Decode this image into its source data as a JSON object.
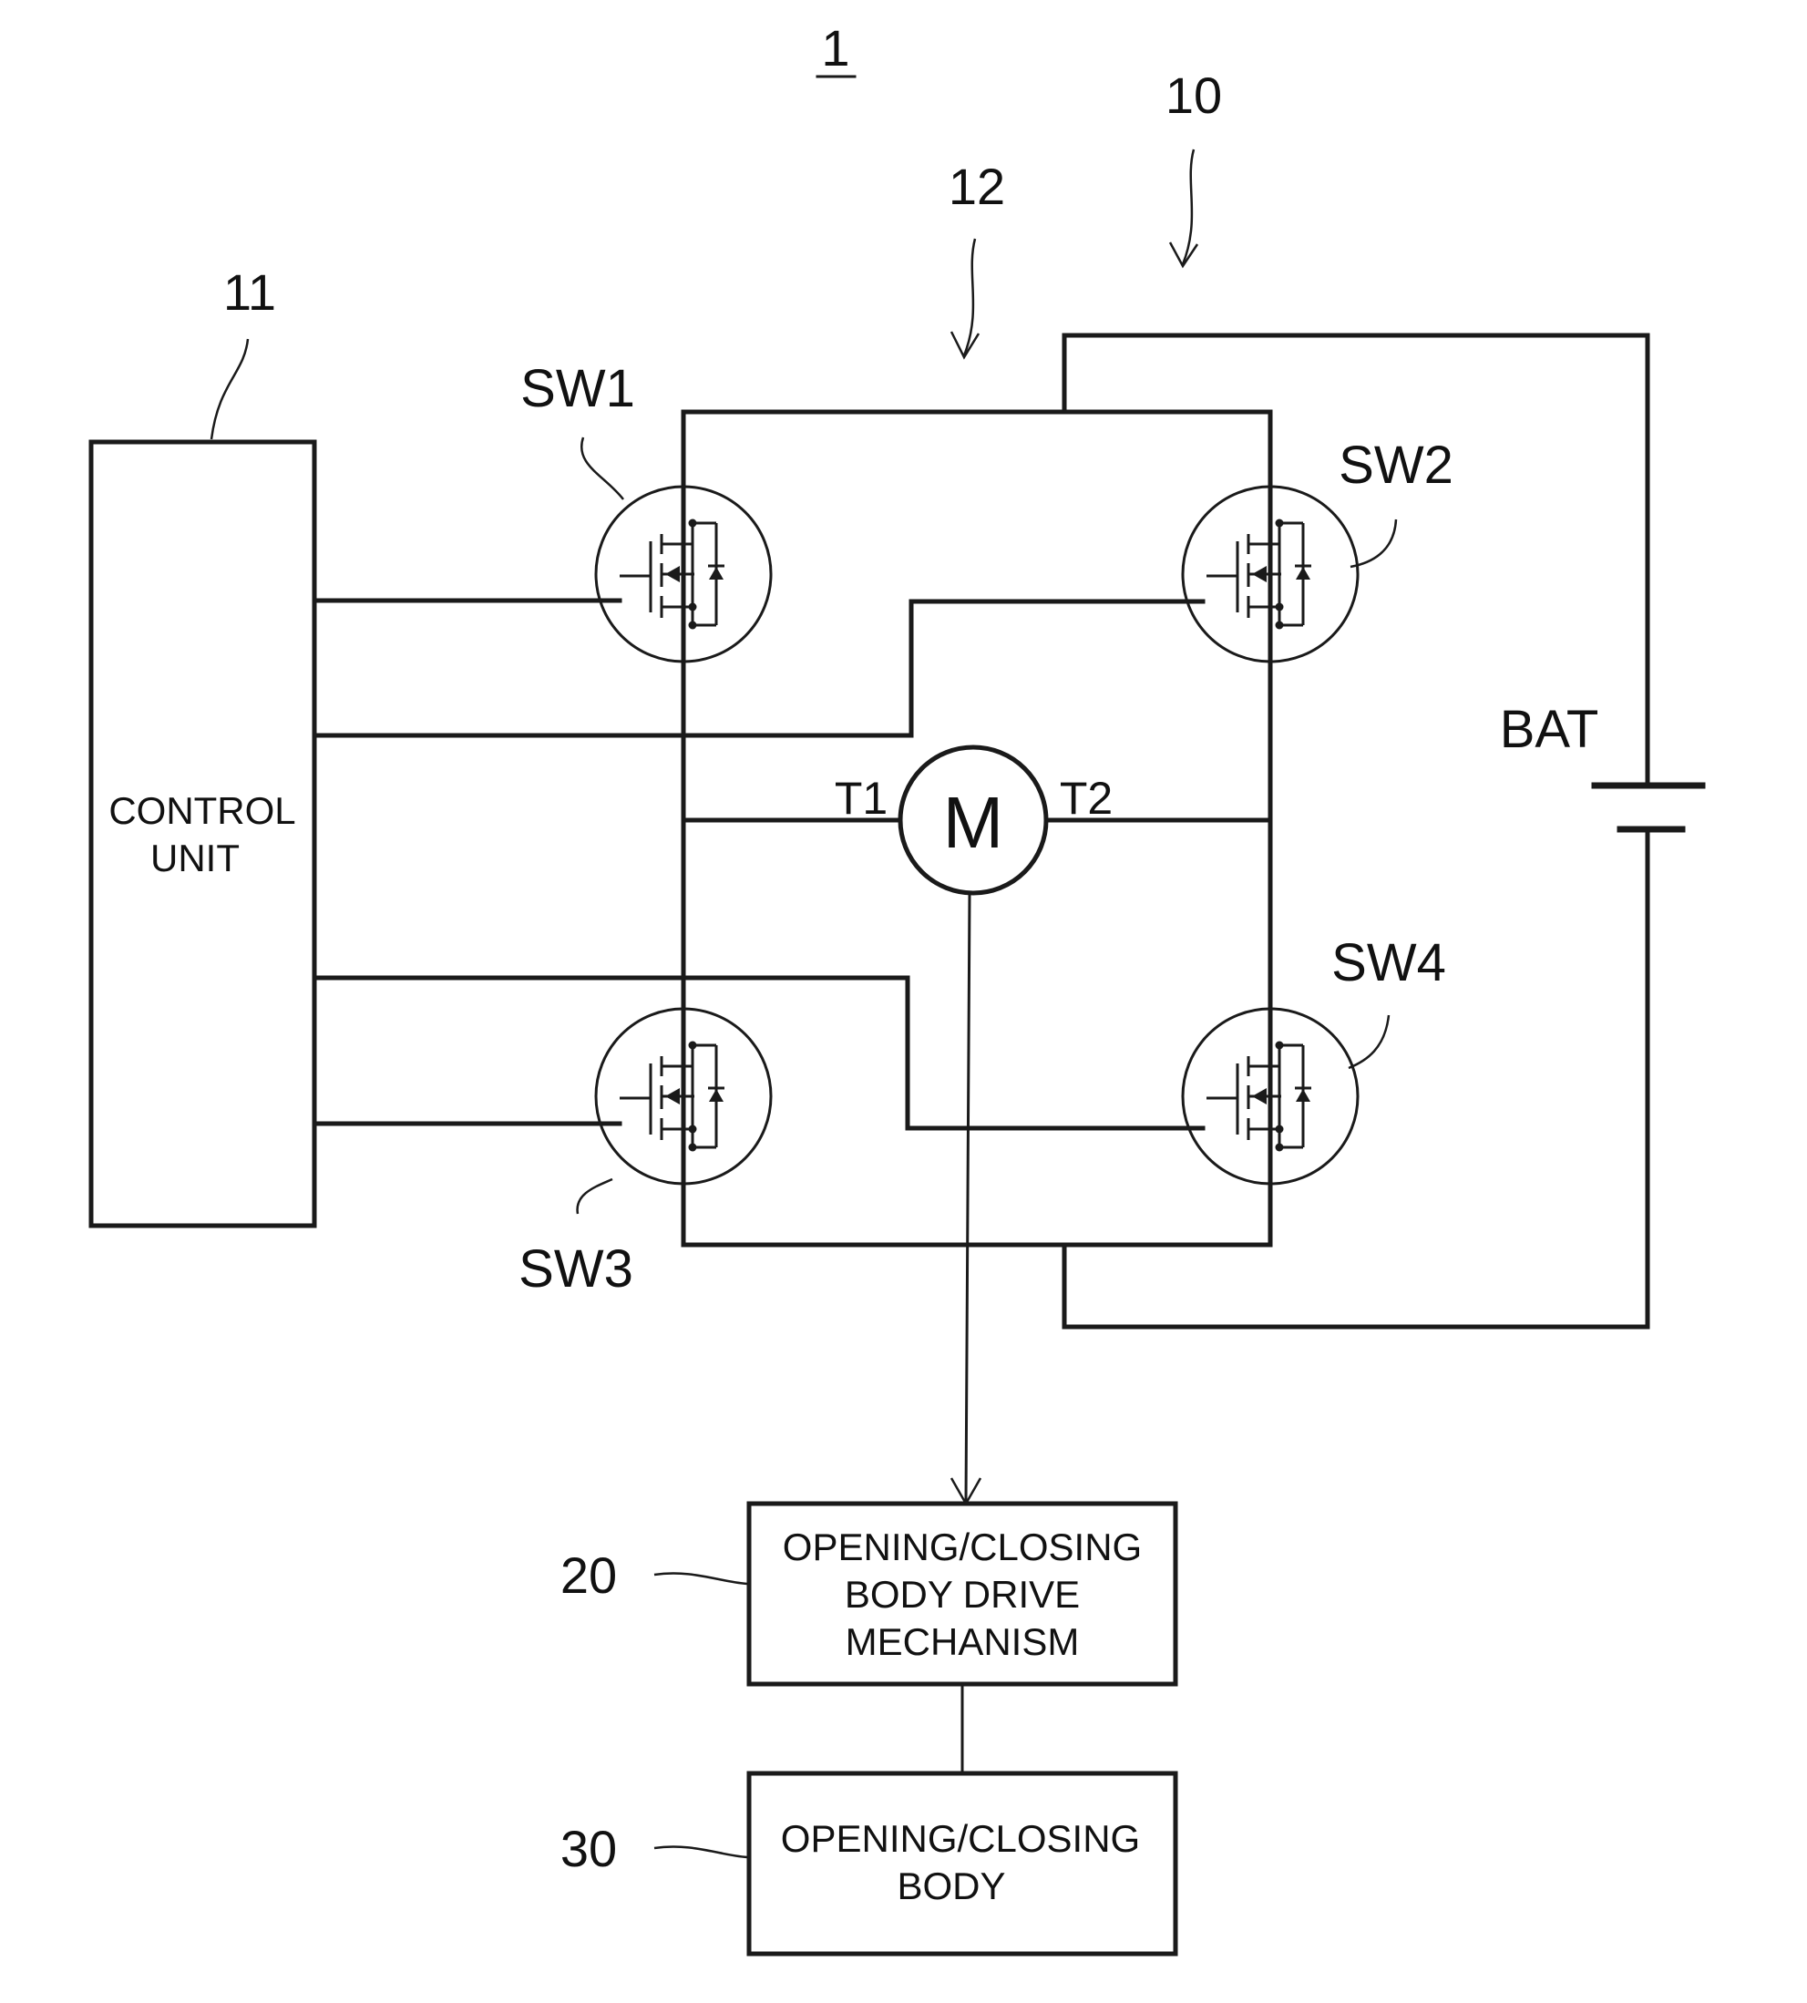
{
  "figure_number": "1",
  "refs": {
    "system": "10",
    "control": "11",
    "bridge": "12",
    "mechanism": "20",
    "body": "30"
  },
  "control_unit": {
    "line1": "CONTROL",
    "line2": "UNIT"
  },
  "switches": {
    "sw1": "SW1",
    "sw2": "SW2",
    "sw3": "SW3",
    "sw4": "SW4"
  },
  "battery": "BAT",
  "motor": {
    "label": "M",
    "t1": "T1",
    "t2": "T2"
  },
  "mechanism_box": {
    "line1": "OPENING/CLOSING",
    "line2": "BODY DRIVE",
    "line3": "MECHANISM"
  },
  "body_box": {
    "line1": "OPENING/CLOSING",
    "line2": "BODY"
  }
}
